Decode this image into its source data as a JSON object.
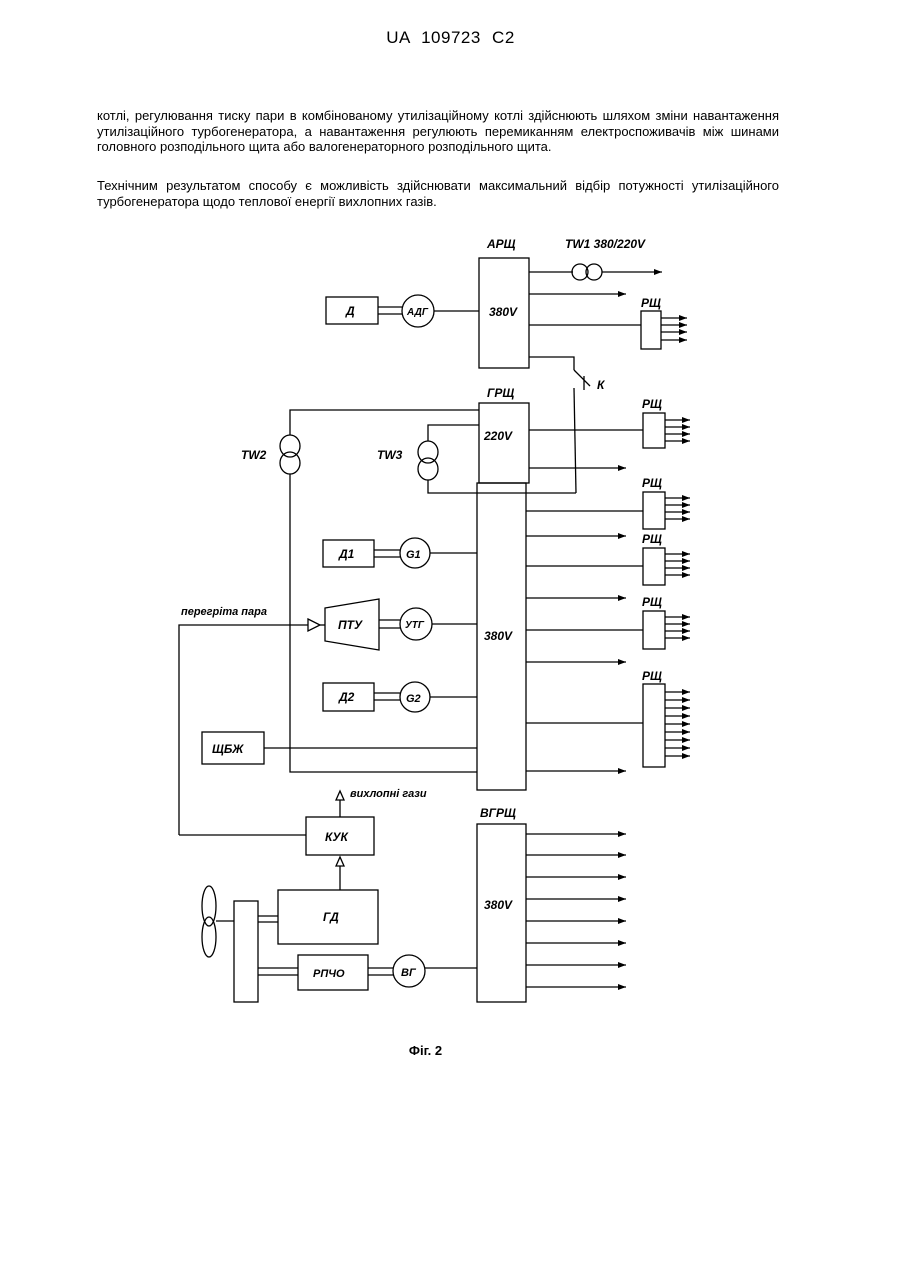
{
  "header": {
    "code": "UA   109723   C2"
  },
  "text": {
    "p1": "котлі, регулювання тиску пари в комбінованому утилізаційному котлі здійснюють шляхом зміни навантаження утилізаційного турбогенератора, а навантаження регулюють перемиканням електроспоживачів між шинами головного розподільного щита або валогенераторного розподільного щита.",
    "p2": "Технічним результатом способу є можливість здійснювати максимальний відбір потужності утилізаційного турбогенератора щодо теплової енергії вихлопних газів."
  },
  "figure": {
    "arsh": "АРЩ",
    "tw1": "TW1 380/220V",
    "v380_top": "380V",
    "d": "Д",
    "adg": "АДГ",
    "rsh": "РЩ",
    "k": "К",
    "grsh": "ГРЩ",
    "v220": "220V",
    "tw2": "TW2",
    "tw3": "TW3",
    "d1": "Д1",
    "g1": "G1",
    "steam": "перегріта пара",
    "ptu": "ПТУ",
    "utg": "УТГ",
    "v380_main": "380V",
    "d2": "Д2",
    "g2": "G2",
    "shbzh": "ЩБЖ",
    "exhaust": "вихлопні гази",
    "kuk": "КУК",
    "vgrsh": "ВГРЩ",
    "v380_vg": "380V",
    "gd": "ГД",
    "rpcho": "РПЧО",
    "vg": "ВГ"
  },
  "caption": "Фіг. 2"
}
